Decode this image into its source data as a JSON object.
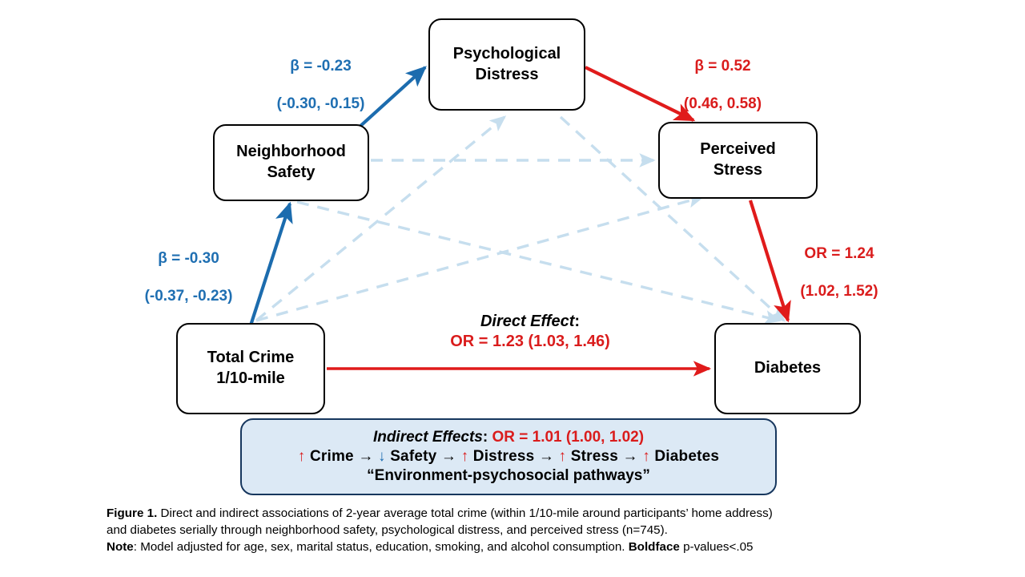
{
  "figure": {
    "nodes": [
      {
        "id": "total-crime",
        "label": "Total Crime\n1/10-mile"
      },
      {
        "id": "neighborhood-safety",
        "label": "Neighborhood\nSafety"
      },
      {
        "id": "psychological-distress",
        "label": "Psychological\nDistress"
      },
      {
        "id": "perceived-stress",
        "label": "Perceived\nStress"
      },
      {
        "id": "diabetes",
        "label": "Diabetes"
      }
    ],
    "edge_labels": {
      "crime_to_safety": {
        "estimate": "β = -0.30",
        "ci": "(-0.37, -0.23)",
        "color": "#1F6FB2"
      },
      "safety_to_distress": {
        "estimate": "β = -0.23",
        "ci": "(-0.30, -0.15)",
        "color": "#1F6FB2"
      },
      "distress_to_stress": {
        "estimate": "β = 0.52",
        "ci": "(0.46, 0.58)",
        "color": "#DA1C1C"
      },
      "stress_to_diabetes": {
        "estimate": "OR = 1.24",
        "ci": "(1.02, 1.52)",
        "color": "#DA1C1C"
      }
    },
    "direct_effect": {
      "title": "Direct Effect",
      "colon": ":",
      "value": "OR = 1.23 (1.03, 1.46)",
      "color": "#DA1C1C"
    },
    "indirect_effects": {
      "title": "Indirect Effects",
      "colon": ":",
      "value": "OR = 1.01 (1.00, 1.02)",
      "pathway": {
        "crime_arrow": "↑",
        "crime": "Crime",
        "sep1": "→",
        "safety_arrow": "↓",
        "safety": "Safety",
        "sep2": "→",
        "distress_arrow": "↑",
        "distress": "Distress",
        "sep3": "→",
        "stress_arrow": "↑",
        "stress": "Stress",
        "sep4": "→",
        "diabetes_arrow": "↑",
        "diabetes": "Diabetes"
      },
      "quote": "“Environment-psychosocial pathways”",
      "fill_color": "#DCE9F5",
      "border_color": "#17375E"
    },
    "caption": {
      "figure_label": "Figure 1.",
      "line1": " Direct and indirect associations of 2-year average total crime (within 1/10-mile around participants’ home address)",
      "line2": "and diabetes serially through neighborhood safety, psychological distress, and perceived stress (n=745).",
      "note_label": "Note",
      "note_text": ": Model adjusted for age, sex, marital status, education, smoking, and alcohol consumption. ",
      "boldface_label": "Boldface",
      "boldface_text": " p-values<.05"
    },
    "palette": {
      "blue": "#1F6FB2",
      "red": "#DA1C1C",
      "dashed": "#C6DEEE",
      "node_border": "#000000"
    }
  }
}
